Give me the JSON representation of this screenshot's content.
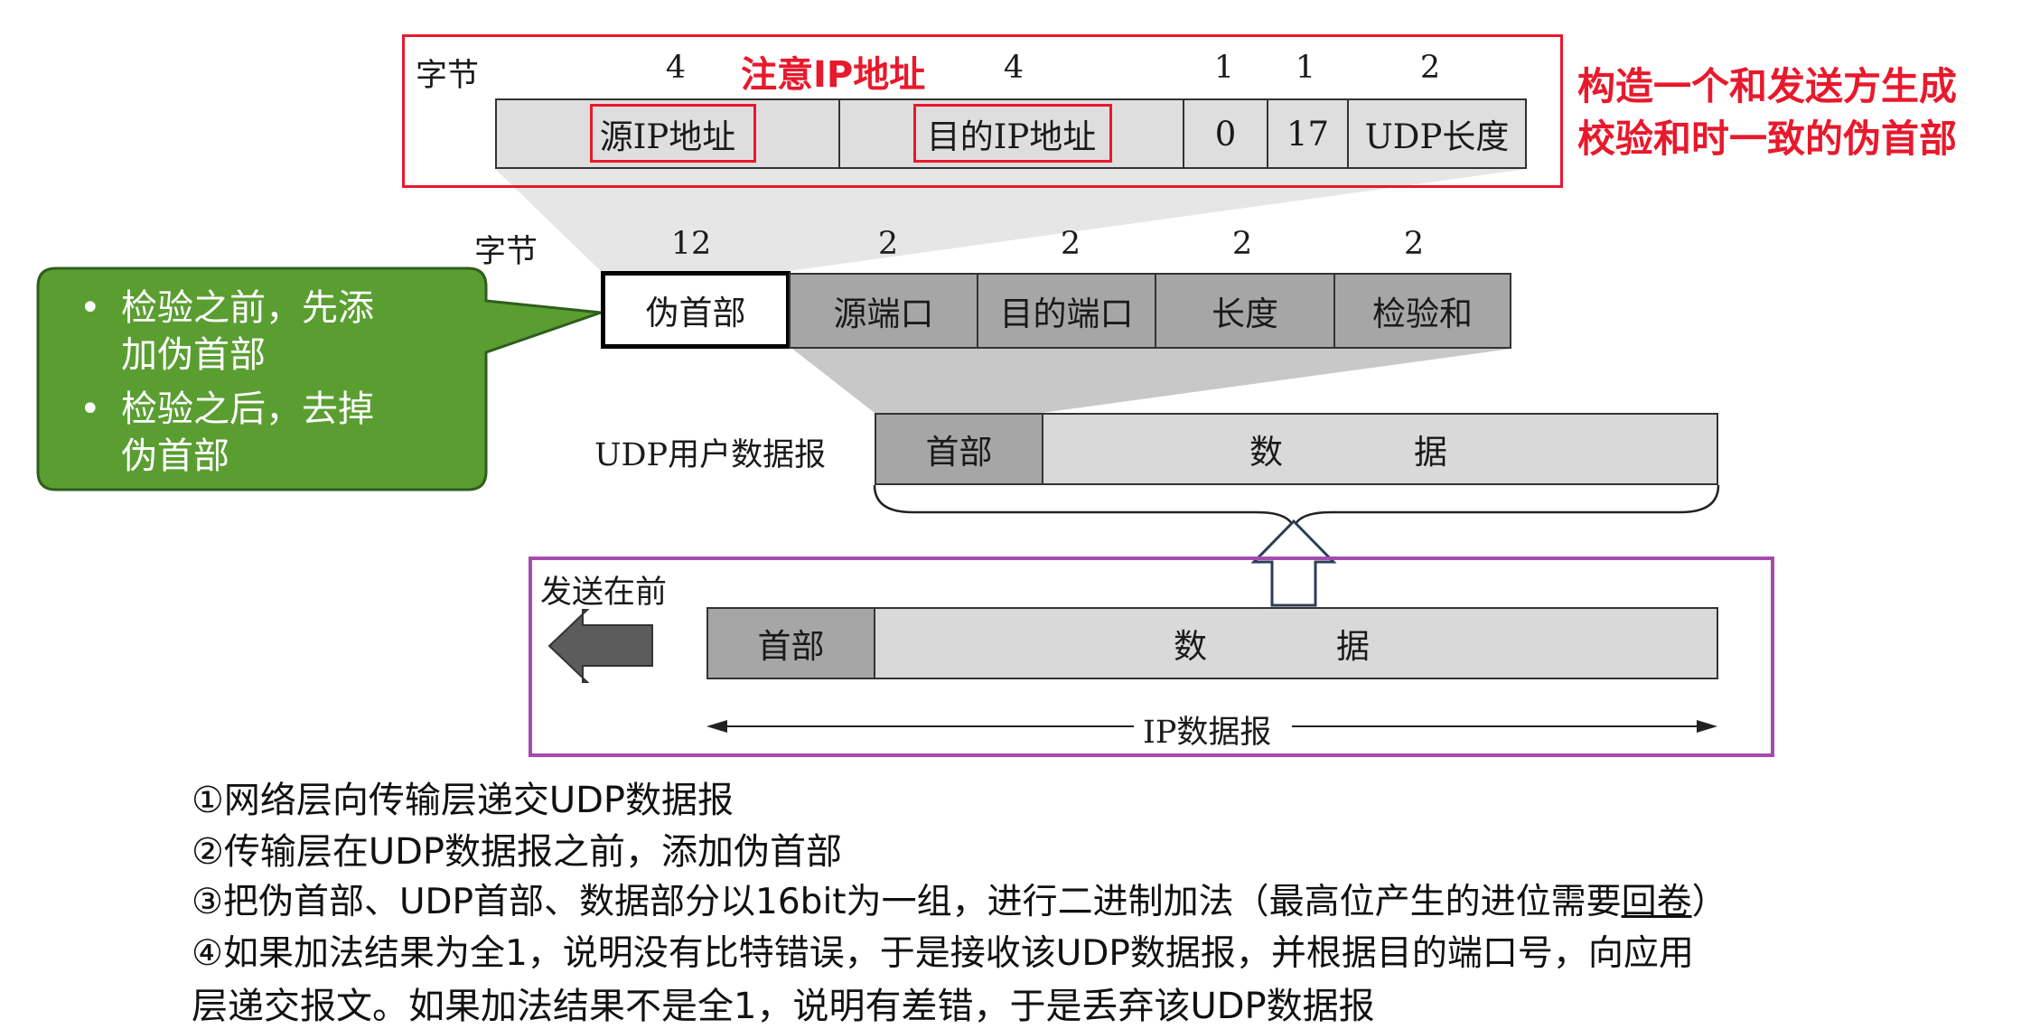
{
  "pseudo_header": {
    "bytes_label": "字节",
    "note": "注意IP地址",
    "sizes": [
      "4",
      "4",
      "1",
      "1",
      "2"
    ],
    "fields": [
      "源IP地址",
      "目的IP地址",
      "0",
      "17",
      "UDP长度"
    ],
    "annotation_lines": [
      "构造一个和发送方生成",
      "校验和时一致的伪首部"
    ]
  },
  "udp_header": {
    "bytes_label": "字节",
    "sizes": [
      "12",
      "2",
      "2",
      "2",
      "2"
    ],
    "fields": [
      "伪首部",
      "源端口",
      "目的端口",
      "长度",
      "检验和"
    ]
  },
  "callout": {
    "items": [
      {
        "line1": "检验之前，先添",
        "line2": "加伪首部"
      },
      {
        "line1": "检验之后，去掉",
        "line2": "伪首部"
      }
    ]
  },
  "udp_datagram": {
    "label": "UDP用户数据报",
    "header": "首部",
    "data_left": "数",
    "data_right": "据"
  },
  "ip_datagram": {
    "title": "发送在前",
    "header": "首部",
    "data_left": "数",
    "data_right": "据",
    "caption": "IP数据报"
  },
  "steps": [
    {
      "text": "①网络层向传输层递交UDP数据报"
    },
    {
      "text": "②传输层在UDP数据报之前，添加伪首部"
    },
    {
      "pre": "③把伪首部、UDP首部、数据部分以16bit为一组，进行二进制加法（最高位产生的进位需要",
      "underlined": "回卷",
      "post": "）"
    },
    {
      "text": "④如果加法结果为全1，说明没有比特错误，于是接收该UDP数据报，并根据目的端口号，向应用"
    },
    {
      "text": "层递交报文。如果加法结果不是全1，说明有差错，于是丢弃该UDP数据报"
    }
  ],
  "colors": {
    "red": "#e8192c",
    "purple": "#a64bb0",
    "callout_green": "#5a9e32",
    "callout_border": "#2f5e1d",
    "gray_dark": "#a6a6a6",
    "gray_light": "#dedede"
  }
}
